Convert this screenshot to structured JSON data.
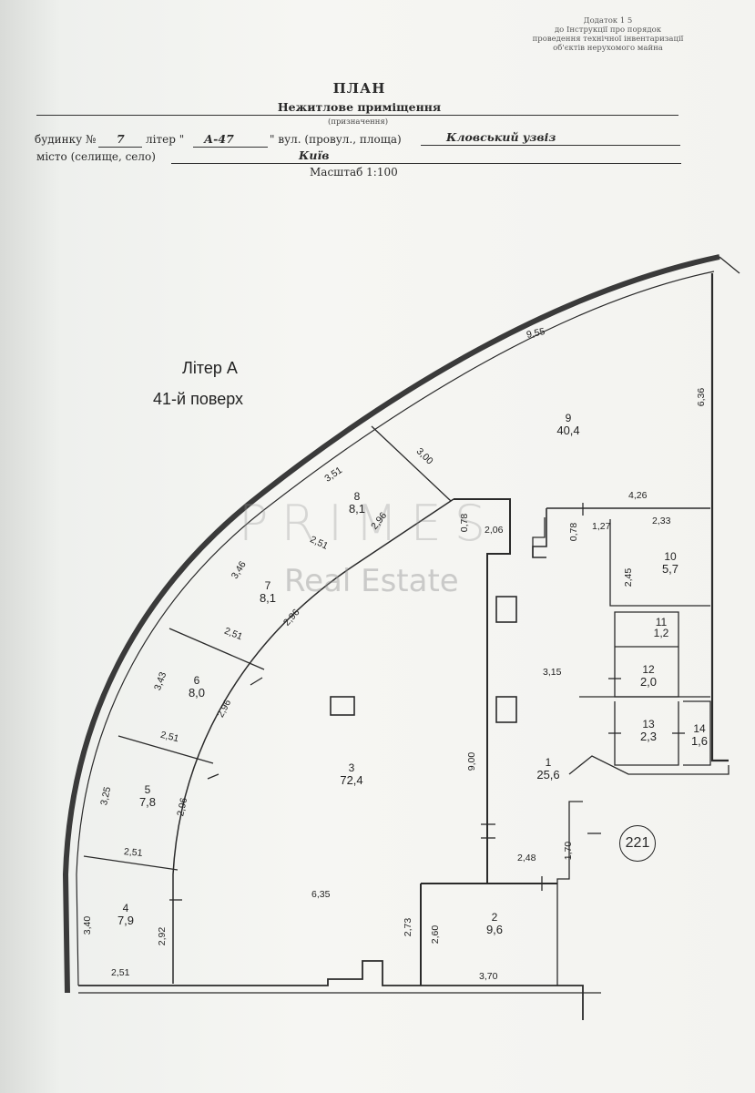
{
  "header": {
    "appendix": [
      "Додаток 1 5",
      "до Інструкції про порядок",
      "проведення технічної інвентаризації",
      "об'єктів нерухомого майна"
    ],
    "title": "ПЛАН",
    "subtitle": "Нежитлове приміщення",
    "purpose_caption": "(призначення)",
    "building_label": "будинку №",
    "building_number": "7",
    "liter_label": "літер \"",
    "liter_value": "А-47",
    "street_label": "\" вул. (провул., площа)",
    "street_value": "Кловський узвіз",
    "city_label": "місто (селище, село)",
    "city_value": "Київ",
    "scale": "Масштаб 1:100"
  },
  "plan": {
    "liter_caption": "Літер А",
    "floor_caption": "41-й поверх",
    "page_badge": "221",
    "watermark_logo": "PRIMES",
    "watermark_text": "Real Estate",
    "rooms": [
      {
        "id": "1",
        "number": "1",
        "area": "25,6"
      },
      {
        "id": "2",
        "number": "2",
        "area": "9,6"
      },
      {
        "id": "3",
        "number": "3",
        "area": "72,4"
      },
      {
        "id": "4",
        "number": "4",
        "area": "7,9"
      },
      {
        "id": "5",
        "number": "5",
        "area": "7,8"
      },
      {
        "id": "6",
        "number": "6",
        "area": "8,0"
      },
      {
        "id": "7",
        "number": "7",
        "area": "8,1"
      },
      {
        "id": "8",
        "number": "8",
        "area": "8,1"
      },
      {
        "id": "9",
        "number": "9",
        "area": "40,4"
      },
      {
        "id": "10",
        "number": "10",
        "area": "5,7"
      },
      {
        "id": "11",
        "number": "11",
        "area": "1,2"
      },
      {
        "id": "12",
        "number": "12",
        "area": "2,0"
      },
      {
        "id": "13",
        "number": "13",
        "area": "2,3"
      },
      {
        "id": "14",
        "number": "14",
        "area": "1,6"
      }
    ],
    "dimensions": [
      "9,55",
      "6,36",
      "3,00",
      "3,51",
      "0,78",
      "2,06",
      "2,51",
      "2,96",
      "4,26",
      "0,78",
      "1,27",
      "2,33",
      "3,46",
      "2,51",
      "2,96",
      "2,45",
      "3,43",
      "2,51",
      "2,96",
      "3,15",
      "9,00",
      "3,25",
      "2,51",
      "2,96",
      "1,70",
      "2,48",
      "6,35",
      "2,73",
      "2,60",
      "3,40",
      "2,92",
      "2,51",
      "3,70"
    ]
  }
}
